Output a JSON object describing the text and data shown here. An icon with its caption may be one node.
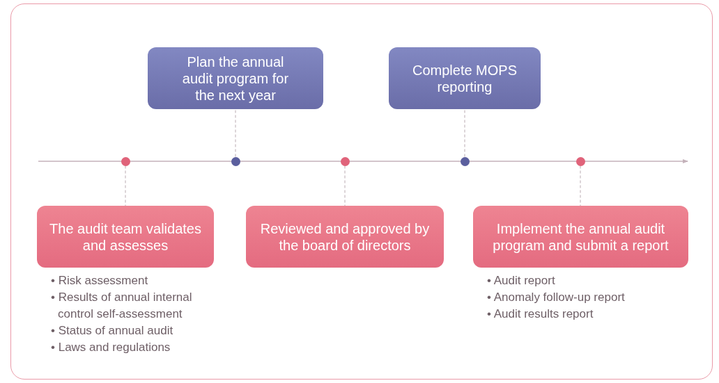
{
  "diagram": {
    "nodes": [
      {
        "text": [
          "Plan the annual audit program for the next year"
        ]
      },
      {
        "text": [
          "Complete MOPS reporting"
        ]
      },
      {
        "text": [],
        "shape": "circle"
      },
      {
        "text": [],
        "shape": "circle"
      },
      {
        "text": [],
        "shape": "circle"
      },
      {
        "text": [],
        "shape": "circle"
      },
      {
        "text": [],
        "shape": "circle"
      },
      {
        "text": [
          "The audit team validates and assesses"
        ],
        "beside": [
          "• Risk assessment",
          "• Results of annual internal control self-assessment",
          "• Status of annual audit",
          "• Laws and regulations"
        ]
      },
      {
        "text": [
          "Reviewed and approved by the board of directors"
        ]
      },
      {
        "text": [
          "Implement the annual audit program and submit a report"
        ],
        "beside": [
          "• Audit report",
          "• Anomaly follow-up report",
          "• Audit results report"
        ]
      }
    ],
    "edges": [
      {
        "from": 2,
        "to": 7,
        "arrow": "none",
        "style": "dashed"
      },
      {
        "from": 3,
        "to": 0,
        "arrow": "none",
        "style": "dashed"
      },
      {
        "from": 4,
        "to": 8,
        "arrow": "none",
        "style": "dashed"
      },
      {
        "from": 5,
        "to": 1,
        "arrow": "none",
        "style": "dashed"
      },
      {
        "from": 6,
        "to": 9,
        "arrow": "none",
        "style": "dashed"
      }
    ]
  }
}
